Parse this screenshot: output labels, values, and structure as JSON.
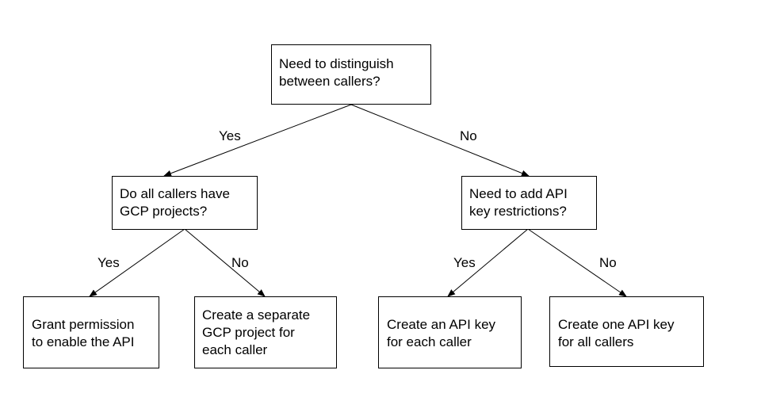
{
  "colors": {
    "stroke": "#000000",
    "background": "#ffffff",
    "text": "#000000"
  },
  "nodes": {
    "root": "Need to distinguish\nbetween callers?",
    "gcp_question": "Do all callers have\nGCP projects?",
    "restrictions_question": "Need to add API\nkey restrictions?",
    "grant_permission": "Grant permission\nto enable the API",
    "separate_project": "Create a separate\nGCP project for\neach caller",
    "key_each_caller": "Create an API key\nfor each caller",
    "one_key_all": "Create one API key\nfor all callers"
  },
  "edges": {
    "root_yes": "Yes",
    "root_no": "No",
    "gcp_yes": "Yes",
    "gcp_no": "No",
    "restrictions_yes": "Yes",
    "restrictions_no": "No"
  }
}
